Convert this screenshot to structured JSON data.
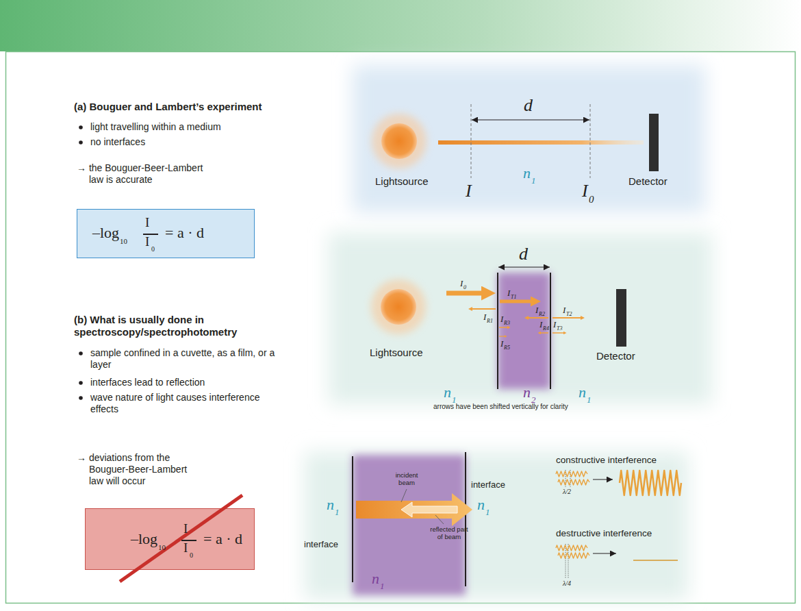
{
  "diagram": {
    "nodes": [
      {
        "text": [
          "–log",
          "10",
          "I",
          "I",
          "0",
          "= a · d"
        ]
      },
      {
        "text": [
          "–log",
          "10",
          "I",
          "I",
          "0",
          "= a · d"
        ]
      }
    ],
    "labels": [
      "(a) Bouguer and Lambert’s experiment",
      "light travelling within a medium",
      "no interfaces",
      "→ the Bouguer-Beer-Lambert law is accurate",
      "(b) What is usually done in spectroscopy/spectrophotometry",
      "sample confined in a cuvette, as a film, or a layer",
      "interfaces lead to reflection",
      "wave nature of light causes interference effects",
      "→ deviations from the Bouguer-Beer-Lambert law will occur",
      "d",
      "Lightsource",
      "n",
      "1",
      "I",
      "I",
      "0",
      "Detector",
      "d",
      "I",
      "0",
      "I",
      "T1",
      "I",
      "R1",
      "I",
      "R3",
      "I",
      "R2",
      "I",
      "T2",
      "I",
      "R4",
      "I",
      "T3",
      "I",
      "R5",
      "Lightsource",
      "Detector",
      "n",
      "1",
      "n",
      "2",
      "n",
      "1",
      "arrows have been shifted vertically for clarity",
      "incident beam",
      "reflected part of beam",
      "interface",
      "interface",
      "n",
      "1",
      "n",
      "1",
      "n",
      "1",
      "constructive interference",
      "λ/2",
      "destructive interference",
      "λ/4"
    ]
  }
}
